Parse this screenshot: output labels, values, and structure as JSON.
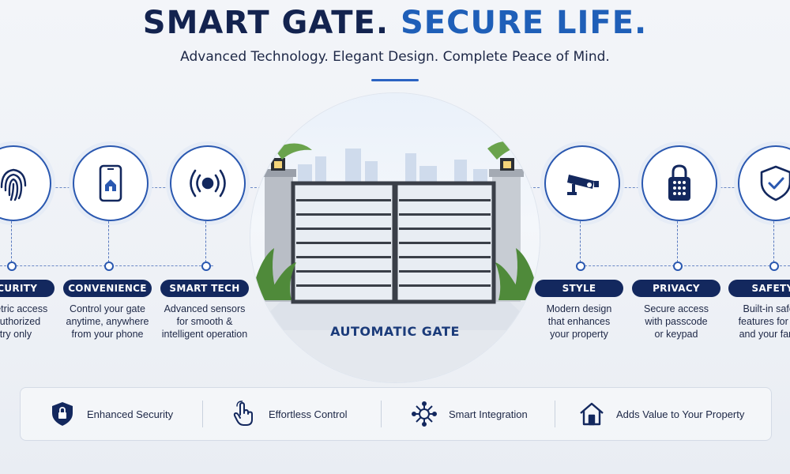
{
  "header": {
    "title_part1": "SMART GATE.",
    "title_part2": "SECURE LIFE.",
    "subtitle": "Advanced Technology. Elegant Design. Complete Peace of Mind."
  },
  "hero": {
    "label": "AUTOMATIC GATE"
  },
  "features_left": [
    {
      "icon": "fingerprint-icon",
      "title": "SECURITY",
      "description": "Biometric access\nfor authorized\nentry only"
    },
    {
      "icon": "smartphone-home-icon",
      "title": "CONVENIENCE",
      "description": "Control your gate\nanytime, anywhere\nfrom your phone"
    },
    {
      "icon": "sensor-signal-icon",
      "title": "SMART TECH",
      "description": "Advanced sensors\nfor smooth &\nintelligent operation"
    }
  ],
  "features_right": [
    {
      "icon": "security-camera-icon",
      "title": "STYLE",
      "description": "Modern design\nthat enhances\nyour property"
    },
    {
      "icon": "keypad-lock-icon",
      "title": "PRIVACY",
      "description": "Secure access\nwith passcode\nor keypad"
    },
    {
      "icon": "shield-check-icon",
      "title": "SAFETY",
      "description": "Built-in safety\nfeatures for you\nand your family"
    }
  ],
  "benefits": [
    {
      "icon": "shield-lock-icon",
      "label": "Enhanced Security"
    },
    {
      "icon": "touch-hand-icon",
      "label": "Effortless Control"
    },
    {
      "icon": "network-chip-icon",
      "label": "Smart Integration"
    },
    {
      "icon": "home-icon",
      "label": "Adds Value to Your Property"
    }
  ],
  "colors": {
    "navy": "#13234f",
    "accent_blue": "#1f5fb8",
    "pill_bg": "#13285e"
  }
}
